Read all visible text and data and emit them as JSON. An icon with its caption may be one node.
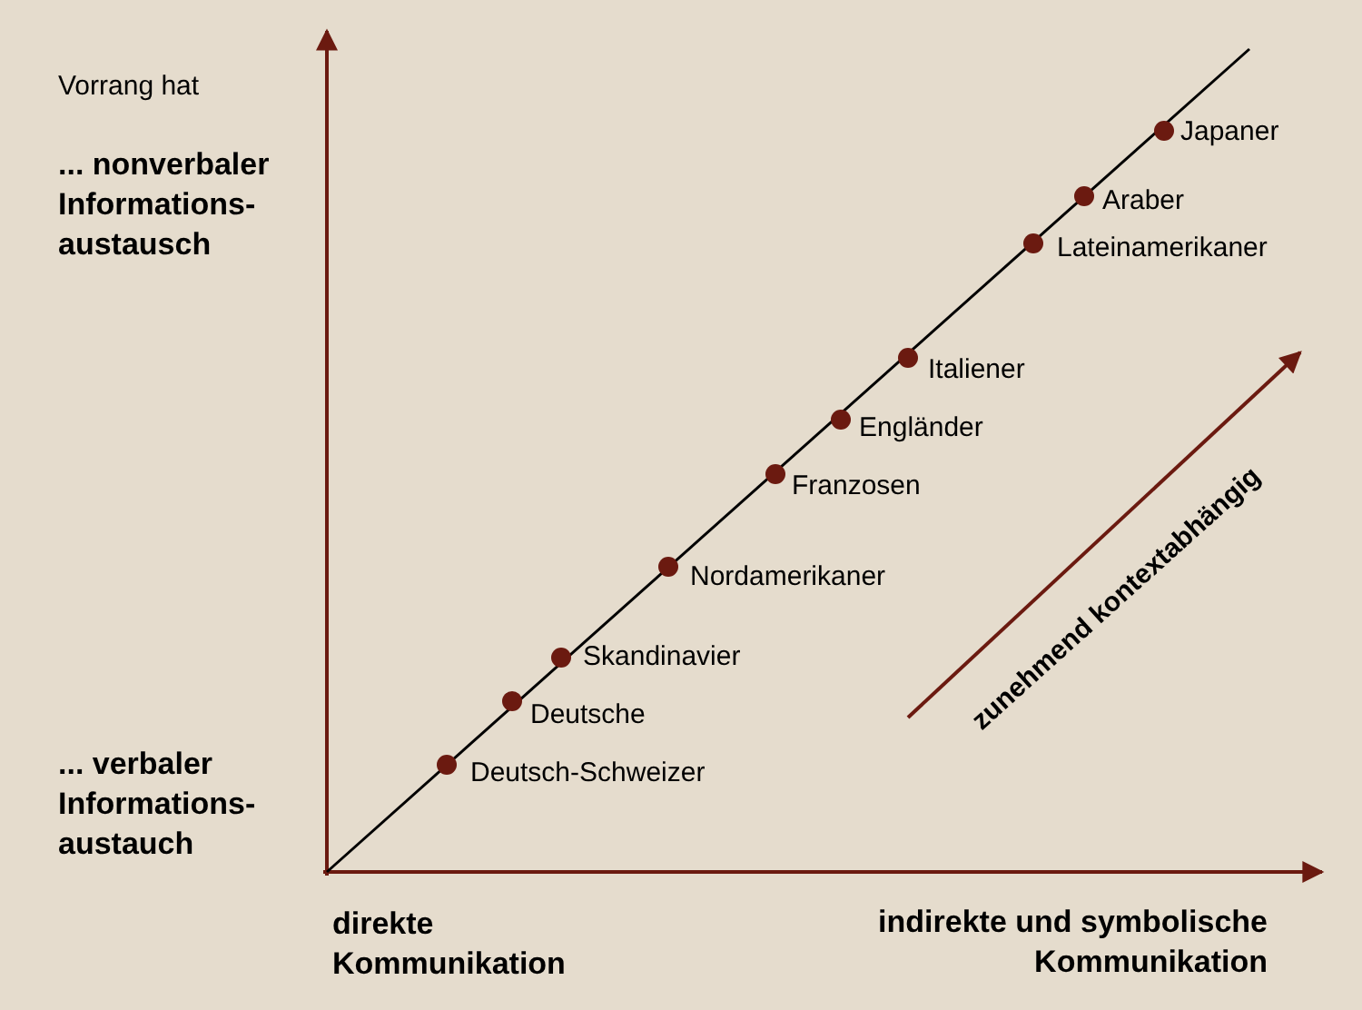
{
  "diagram": {
    "labels": [
      "Vorrang hat",
      "... nonverbaler Informations-austausch",
      "Japaner",
      "Araber",
      "Lateinamerikaner",
      "Italiener",
      "Engländer",
      "Franzosen",
      "Nordamerikaner",
      "Skandinavier",
      "Deutsche",
      "zunehmend kontextabhängig",
      "... verbaler Informations-austauch",
      "Deutsch-Schweizer",
      "direkte Kommunikation",
      "indirekte und symbolische Kommunikation"
    ]
  }
}
